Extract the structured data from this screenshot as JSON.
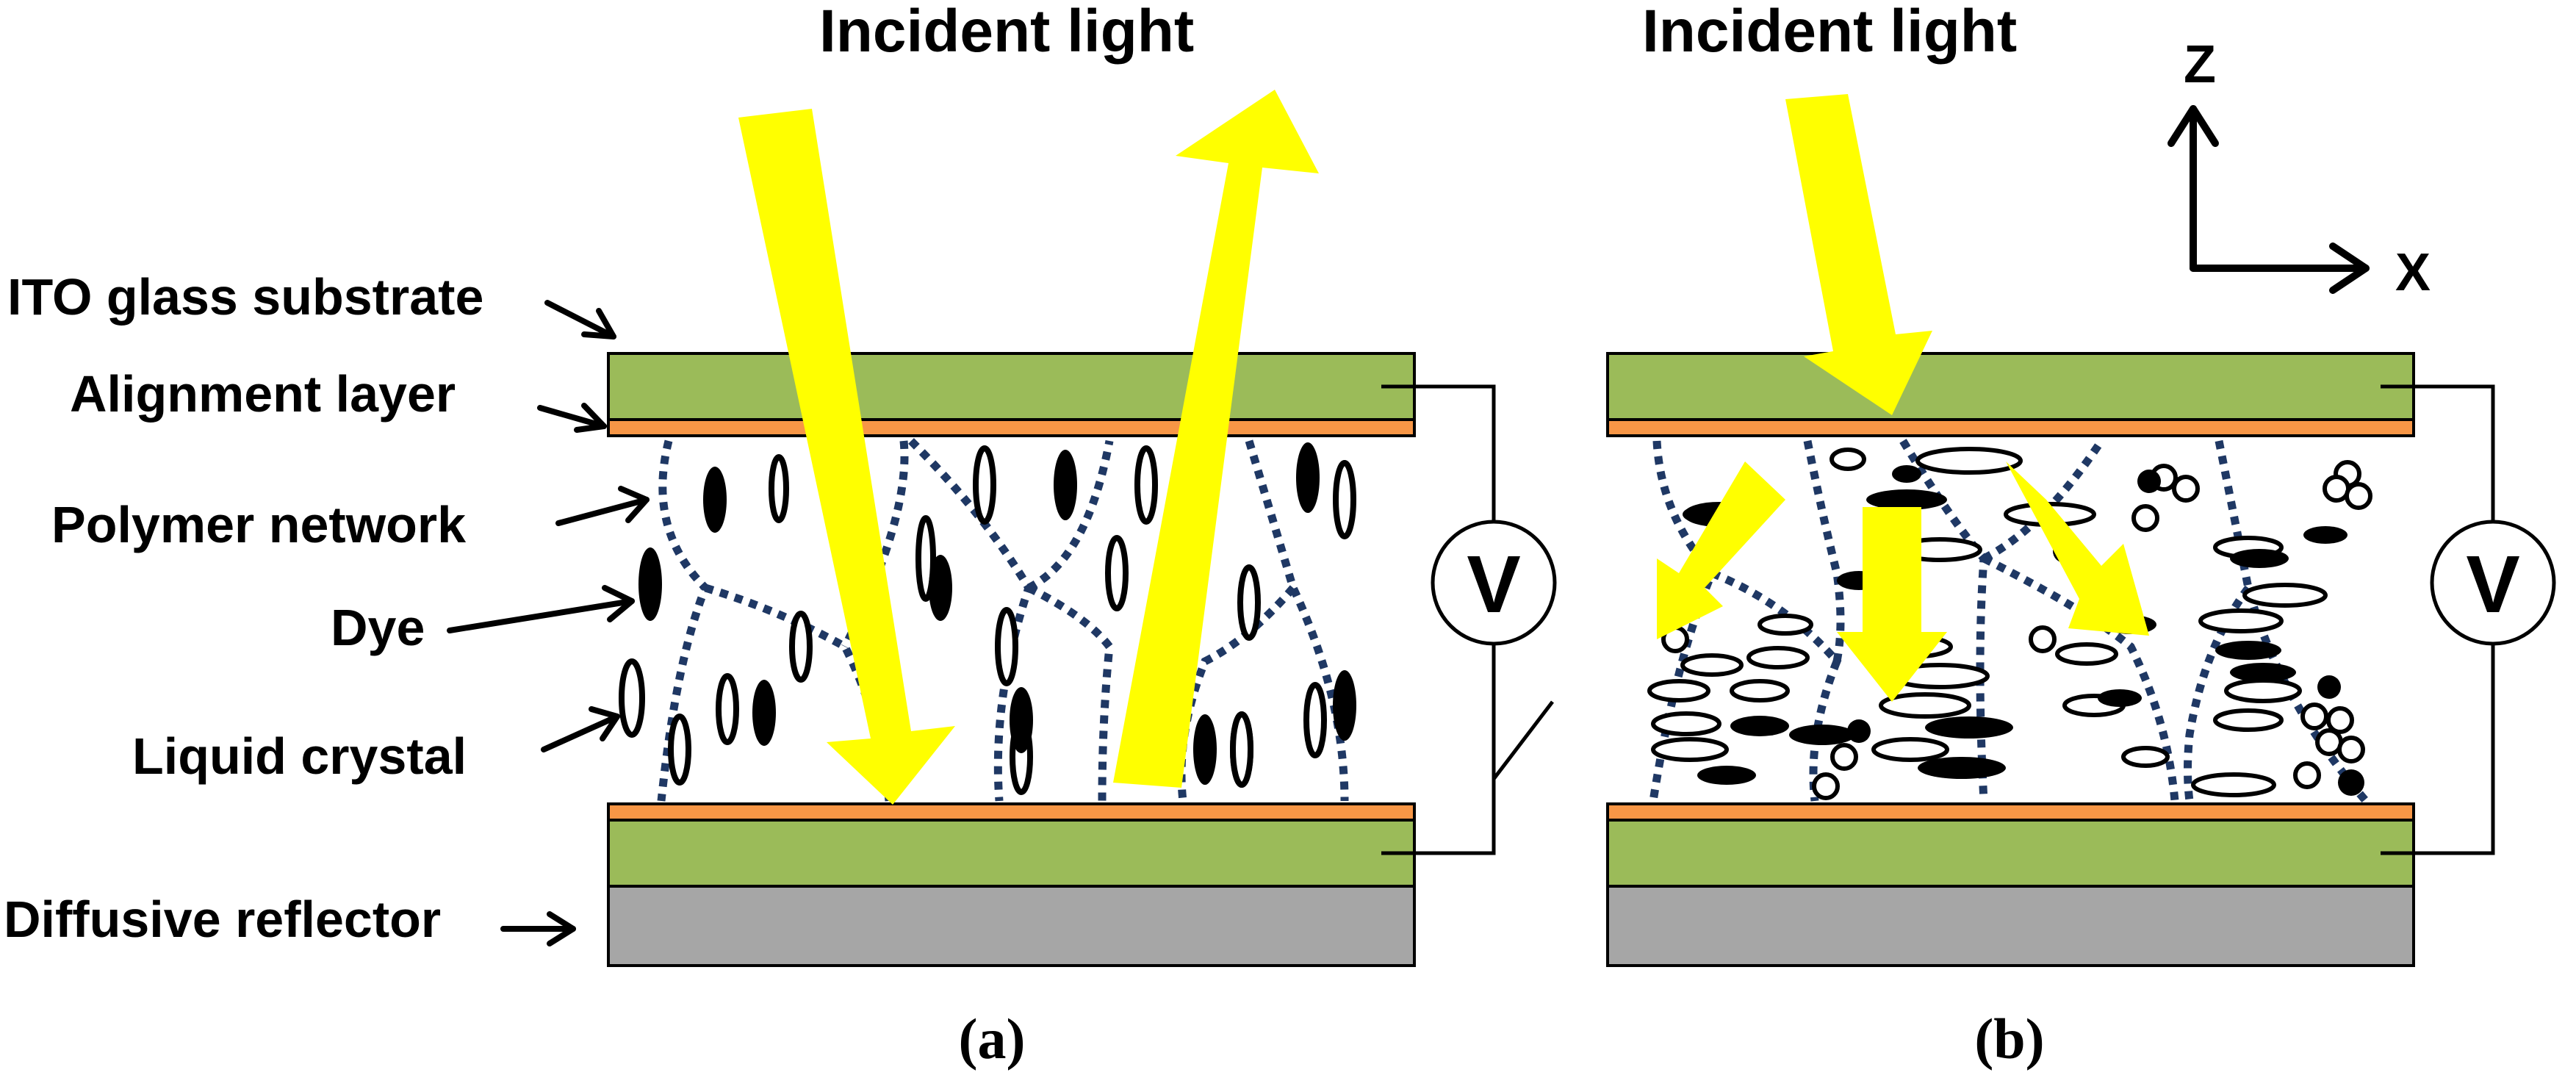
{
  "panel_a": {
    "incident_light": "Incident light",
    "voltage_symbol": "V",
    "caption": "(a)"
  },
  "panel_b": {
    "incident_light": "Incident light",
    "voltage_symbol": "V",
    "caption": "(b)"
  },
  "axes": {
    "z_label": "Z",
    "x_label": "X"
  },
  "layer_labels": {
    "ito": "ITO glass substrate",
    "alignment": "Alignment layer",
    "polymer": "Polymer network",
    "dye": "Dye",
    "liquid_crystal": "Liquid crystal",
    "reflector": "Diffusive reflector"
  },
  "colors": {
    "glass": "#9bbb59",
    "alignment": "#f79646",
    "reflector": "#a6a6a6",
    "light": "#ffff00",
    "polymer": "#1f3864",
    "dye": "#000000",
    "liquid_crystal": "#ffffff"
  }
}
